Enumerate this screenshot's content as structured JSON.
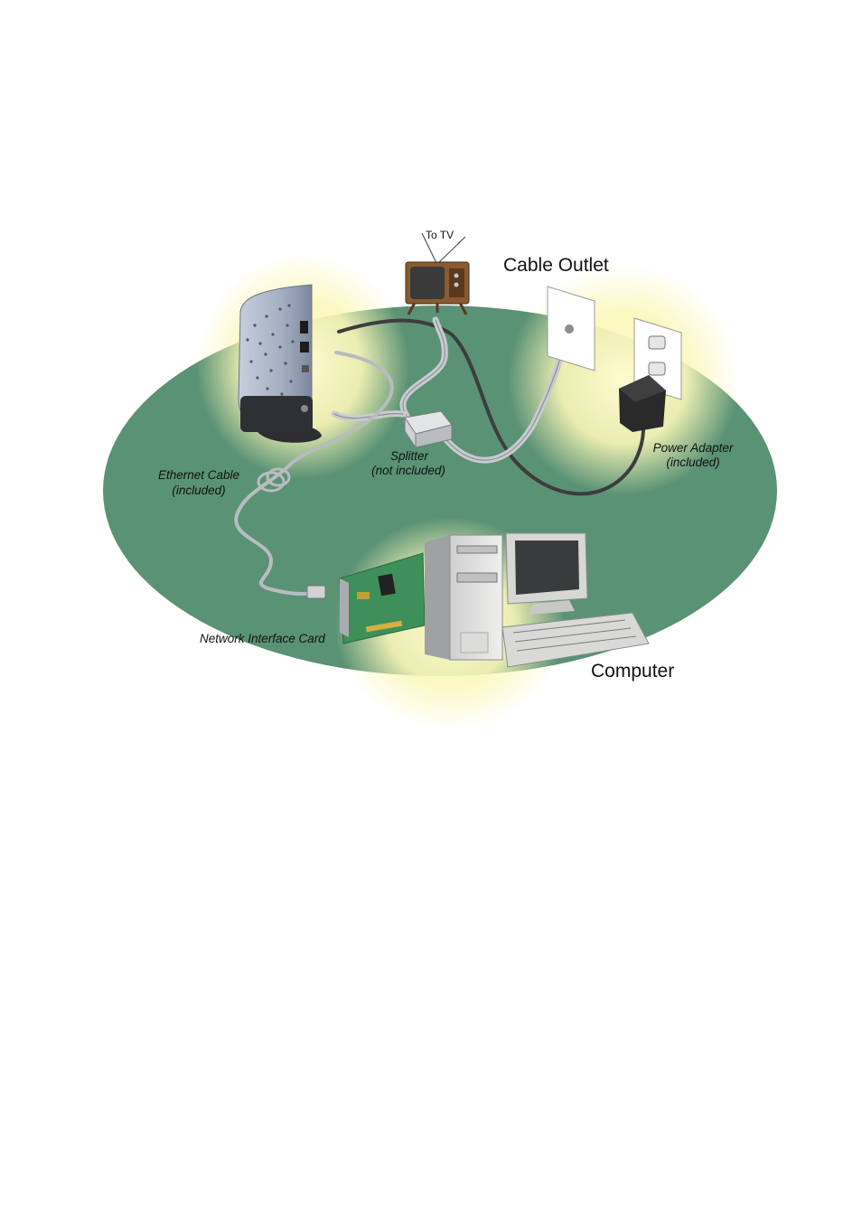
{
  "labels": {
    "to_tv": "To TV",
    "cable_outlet": "Cable Outlet",
    "splitter_line1": "Splitter",
    "splitter_line2": "(not included)",
    "power_adapter_line1": "Power Adapter",
    "power_adapter_line2": "(included)",
    "ethernet_cable_line1": "Ethernet Cable",
    "ethernet_cable_line2": "(included)",
    "network_interface_card": "Network Interface Card",
    "computer": "Computer"
  },
  "colors": {
    "ground": "#5a9275",
    "glow": "#fbf7b8",
    "modem": "#a8b3c7",
    "cable_grey": "#c9ccd0",
    "cable_dark": "#4a4a4a",
    "nic_board": "#3f8f5a"
  }
}
